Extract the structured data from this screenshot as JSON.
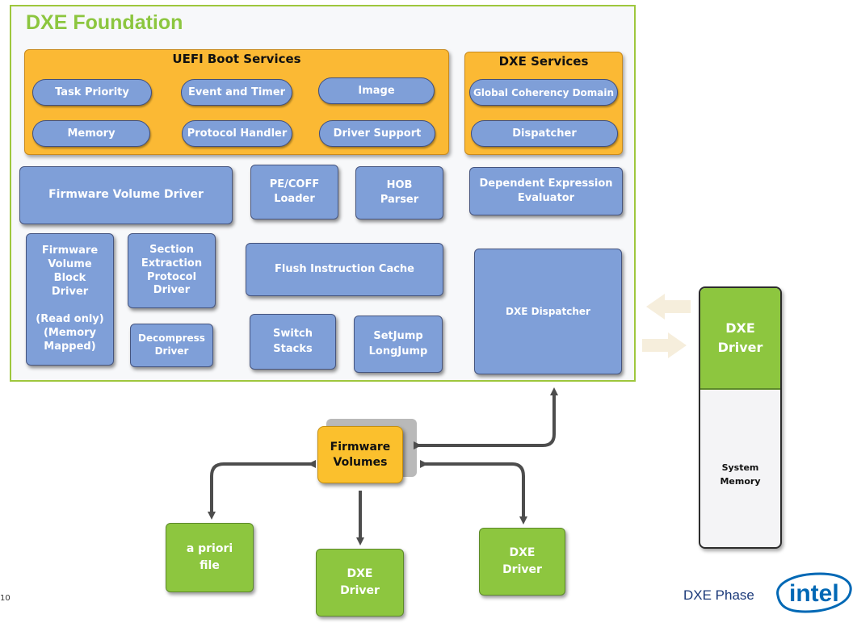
{
  "foundation": {
    "title": "DXE Foundation"
  },
  "uefi_boot_services": {
    "title": "UEFI Boot Services",
    "items": [
      "Task Priority",
      "Event and Timer",
      "Image",
      "Memory",
      "Protocol Handler",
      "Driver Support"
    ]
  },
  "dxe_services": {
    "title": "DXE Services",
    "items": [
      "Global Coherency Domain",
      "Dispatcher"
    ]
  },
  "blocks": {
    "firmware_volume_driver": "Firmware Volume Driver",
    "pe_coff_loader": "PE/COFF\nLoader",
    "hob_parser": "HOB\nParser",
    "dependent_expression_evaluator": "Dependent Expression\nEvaluator",
    "fv_block_driver": "Firmware\nVolume\nBlock\nDriver\n\n(Read only)\n(Memory\nMapped)",
    "section_extraction_protocol_driver": "Section\nExtraction\nProtocol\nDriver",
    "flush_instruction_cache": "Flush Instruction Cache",
    "dxe_dispatcher": "DXE Dispatcher",
    "decompress_driver": "Decompress\nDriver",
    "switch_stacks": "Switch\nStacks",
    "setjump_longjump": "SetJump\nLongJump"
  },
  "firmware_volumes": "Firmware\nVolumes",
  "a_priori_file": "a priori\nfile",
  "dxe_driver_center": "DXE\nDriver",
  "dxe_driver_right": "DXE\nDriver",
  "system_memory": {
    "driver_label": "DXE\nDriver",
    "memory_label": "System\nMemory"
  },
  "footer": {
    "page_number": "10",
    "phase_label": "DXE Phase",
    "logo_text": "intel"
  },
  "colors": {
    "green": "#8dc63f",
    "orange": "#fbb934",
    "blue": "#7f9fd8",
    "intel_blue": "#0068b5"
  }
}
